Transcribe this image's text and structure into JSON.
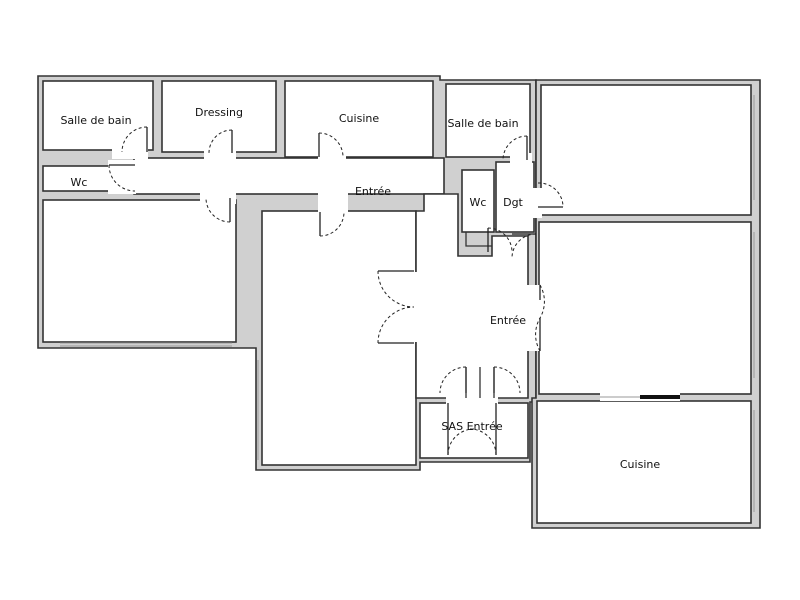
{
  "plan": {
    "rooms": {
      "salle_de_bain_1": "Salle de bain",
      "dressing": "Dressing",
      "cuisine_1": "Cuisine",
      "salle_de_bain_2": "Salle de bain",
      "wc_1": "Wc",
      "entree_1": "Entrée",
      "wc_2": "Wc",
      "dgt": "Dgt",
      "entree_2": "Entrée",
      "sas_entree": "SAS Entrée",
      "cuisine_2": "Cuisine"
    }
  }
}
